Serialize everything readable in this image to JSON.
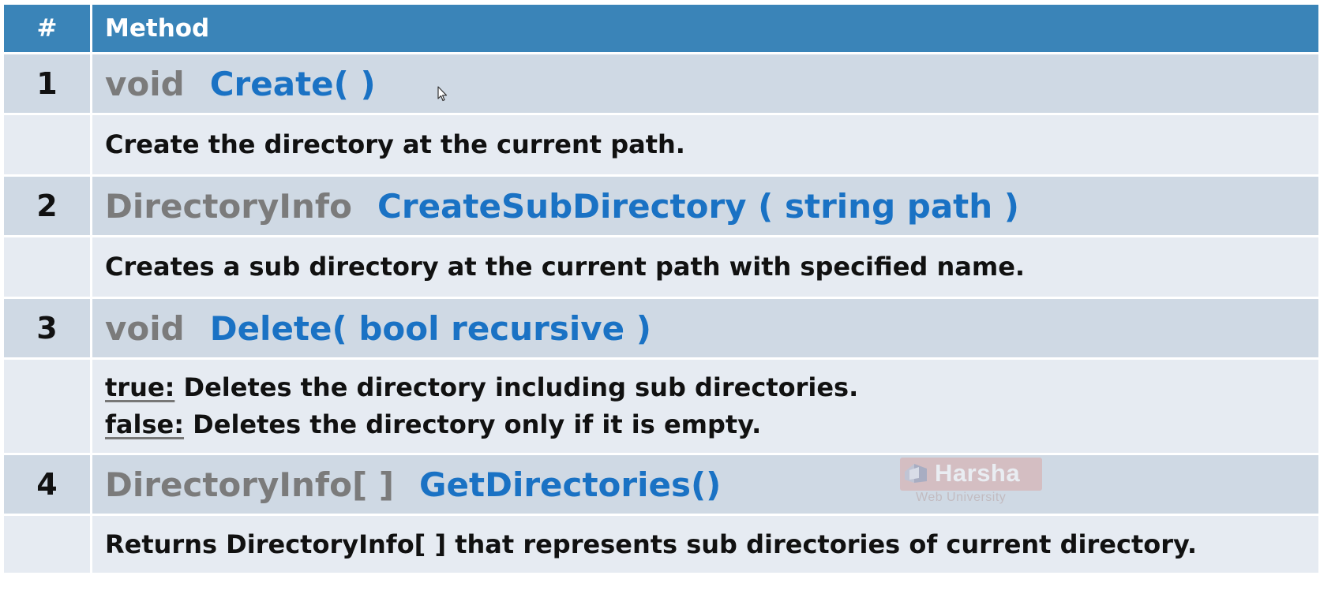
{
  "header": {
    "num": "#",
    "method": "Method"
  },
  "rows": [
    {
      "num": "1",
      "return_type": "void",
      "method": "Create( )",
      "description": [
        "Create the directory at the current path."
      ]
    },
    {
      "num": "2",
      "return_type": "DirectoryInfo",
      "method": "CreateSubDirectory ( string path )",
      "description": [
        "Creates a sub directory at the current path with specified name."
      ]
    },
    {
      "num": "3",
      "return_type": "void",
      "method": "Delete( bool recursive )",
      "description_items": [
        {
          "key": "true:",
          "text": " Deletes the directory including sub directories."
        },
        {
          "key": "false:",
          "text": " Deletes the directory only if it is empty."
        }
      ]
    },
    {
      "num": "4",
      "return_type": "DirectoryInfo[ ]",
      "method": "GetDirectories()",
      "description": [
        "Returns DirectoryInfo[ ] that represents sub directories of current directory."
      ]
    }
  ],
  "watermark": {
    "brand": "Harsha",
    "tagline": "Web University"
  },
  "colors": {
    "header_bg": "#3a84b8",
    "signature_row_bg": "#cfd9e4",
    "description_row_bg": "#e6ebf2",
    "method_name": "#1a72c4",
    "return_type": "#7b7b7b"
  },
  "icons": [
    "mouse-cursor-icon",
    "harsha-logo-icon"
  ]
}
